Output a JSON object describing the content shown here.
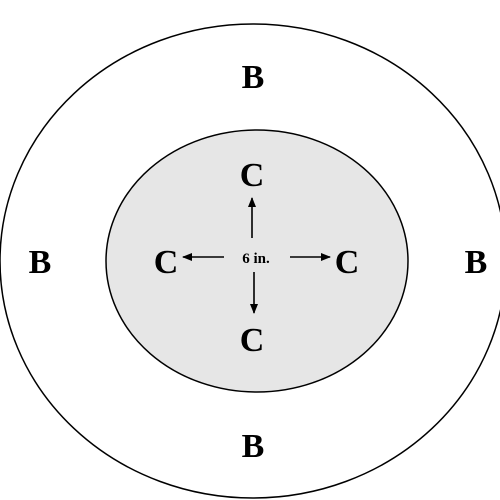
{
  "outer_region": {
    "label_top": "B",
    "label_left": "B",
    "label_right": "B",
    "label_bottom": "B",
    "stroke_color": "#000000",
    "fill_color": "#ffffff"
  },
  "inner_region": {
    "label_top": "C",
    "label_left": "C",
    "label_right": "C",
    "label_bottom": "C",
    "stroke_color": "#000000",
    "fill_color": "#e6e6e6"
  },
  "center_measurement": "6 in."
}
